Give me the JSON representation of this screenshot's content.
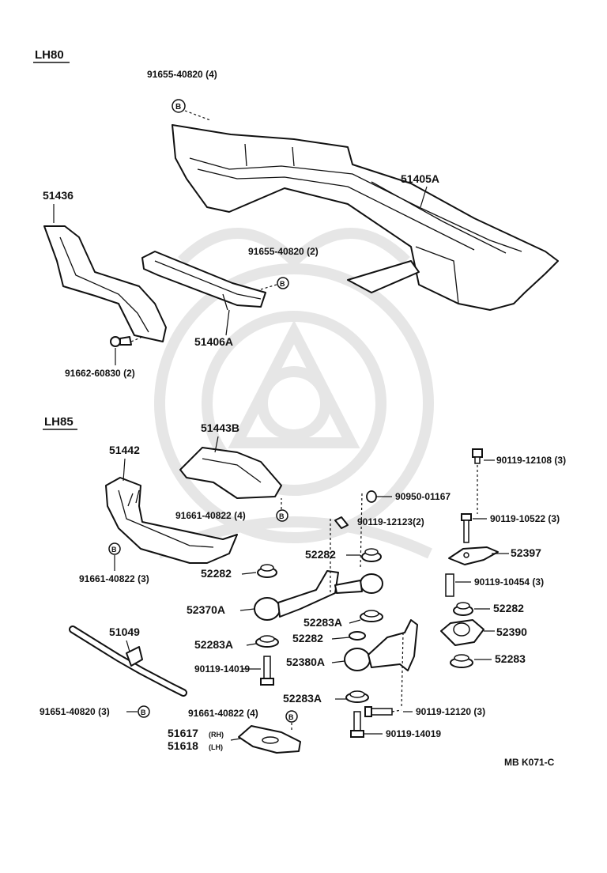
{
  "sections": {
    "upper": "LH80",
    "lower": "LH85"
  },
  "callouts": {
    "b1": "91655-40820 (4)",
    "p51405a": "51405A",
    "p51436": "51436",
    "b2": "91655-40820 (2)",
    "p51406a": "51406A",
    "b3": "91662-60830 (2)",
    "p51443b": "51443B",
    "p51442": "51442",
    "b4": "91661-40822 (4)",
    "b5": "91661-40822 (3)",
    "p52282a": "52282",
    "p52370a": "52370A",
    "p52283a1": "52283A",
    "b6": "90119-14019",
    "p51049": "51049",
    "b7": "91651-40820 (3)",
    "b8": "91661-40822 (4)",
    "p51617": "51617",
    "p51617_sfx": "(RH)",
    "p51618": "51618",
    "p51618_sfx": "(LH)",
    "b9": "90950-01167",
    "b10": "90119-12123(2)",
    "p52282b": "52282",
    "p52283a2": "52283A",
    "p52282c": "52282",
    "p52380a": "52380A",
    "p52283a3": "52283A",
    "b11": "90119-12120 (3)",
    "b12": "90119-14019",
    "b13": "90119-12108 (3)",
    "b14": "90119-10522 (3)",
    "p52397": "52397",
    "b15": "90119-10454 (3)",
    "p52282d": "52282",
    "p52390": "52390",
    "p52283": "52283"
  },
  "marker_letter": "B",
  "footer_code": "MB  K071-C",
  "icons": [
    "bolt-marker-icon",
    "bolt-icon",
    "nut-icon",
    "bushing-icon"
  ]
}
